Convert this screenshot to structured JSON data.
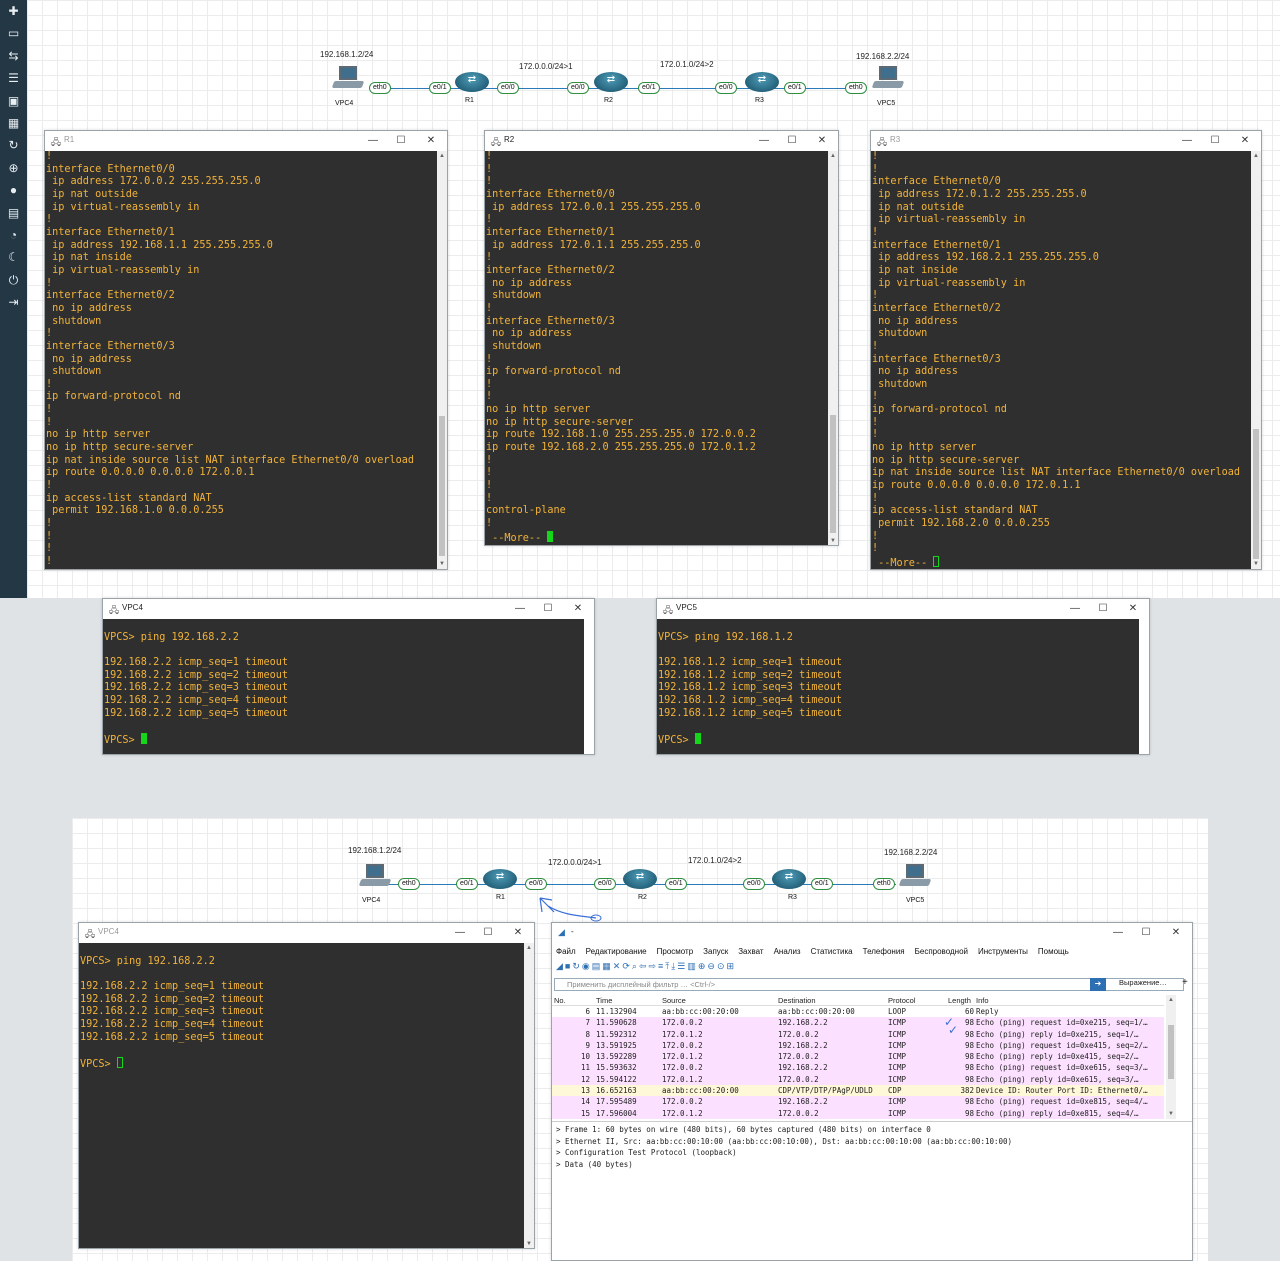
{
  "toolbar_icons": [
    "plus-icon",
    "laptop-icon",
    "transfer-icon",
    "list-icon",
    "text-icon",
    "grid-icon",
    "refresh-icon",
    "zoom-icon",
    "info-icon",
    "table-icon",
    "dashboard-icon",
    "moon-icon",
    "power-icon",
    "logout-icon"
  ],
  "topology": {
    "vpc4_ip": "192.168.1.2/24",
    "vpc5_ip": "192.168.2.2/24",
    "net1": "172.0.0.0/24>1",
    "net2": "172.0.1.0/24>2",
    "vpc4": "VPC4",
    "vpc5": "VPC5",
    "r1": "R1",
    "r2": "R2",
    "r3": "R3",
    "eth0": "eth0",
    "e00": "e0/0",
    "e01": "e0/1"
  },
  "r1": {
    "title": "R1",
    "lines": [
      "!",
      "interface Ethernet0/0",
      " ip address 172.0.0.2 255.255.255.0",
      " ip nat outside",
      " ip virtual-reassembly in",
      "!",
      "interface Ethernet0/1",
      " ip address 192.168.1.1 255.255.255.0",
      " ip nat inside",
      " ip virtual-reassembly in",
      "!",
      "interface Ethernet0/2",
      " no ip address",
      " shutdown",
      "!",
      "interface Ethernet0/3",
      " no ip address",
      " shutdown",
      "!",
      "ip forward-protocol nd",
      "!",
      "!",
      "no ip http server",
      "no ip http secure-server",
      "ip nat inside source list NAT interface Ethernet0/0 overload",
      "ip route 0.0.0.0 0.0.0.0 172.0.0.1",
      "!",
      "ip access-list standard NAT",
      " permit 192.168.1.0 0.0.0.255",
      "!",
      "!",
      "!",
      "!"
    ]
  },
  "r2": {
    "title": "R2",
    "lines": [
      "!",
      "!",
      "!",
      "interface Ethernet0/0",
      " ip address 172.0.0.1 255.255.255.0",
      "!",
      "interface Ethernet0/1",
      " ip address 172.0.1.1 255.255.255.0",
      "!",
      "interface Ethernet0/2",
      " no ip address",
      " shutdown",
      "!",
      "interface Ethernet0/3",
      " no ip address",
      " shutdown",
      "!",
      "ip forward-protocol nd",
      "!",
      "!",
      "no ip http server",
      "no ip http secure-server",
      "ip route 192.168.1.0 255.255.255.0 172.0.0.2",
      "ip route 192.168.2.0 255.255.255.0 172.0.1.2",
      "!",
      "!",
      "!",
      "!",
      "control-plane",
      "!"
    ],
    "more": " --More-- "
  },
  "r3": {
    "title": "R3",
    "lines": [
      "!",
      "!",
      "interface Ethernet0/0",
      " ip address 172.0.1.2 255.255.255.0",
      " ip nat outside",
      " ip virtual-reassembly in",
      "!",
      "interface Ethernet0/1",
      " ip address 192.168.2.1 255.255.255.0",
      " ip nat inside",
      " ip virtual-reassembly in",
      "!",
      "interface Ethernet0/2",
      " no ip address",
      " shutdown",
      "!",
      "interface Ethernet0/3",
      " no ip address",
      " shutdown",
      "!",
      "ip forward-protocol nd",
      "!",
      "!",
      "no ip http server",
      "no ip http secure-server",
      "ip nat inside source list NAT interface Ethernet0/0 overload",
      "ip route 0.0.0.0 0.0.0.0 172.0.1.1",
      "!",
      "ip access-list standard NAT",
      " permit 192.168.2.0 0.0.0.255",
      "!",
      "!"
    ],
    "more": " --More-- "
  },
  "vpc4": {
    "title": "VPC4",
    "lines": [
      "",
      "VPCS> ping 192.168.2.2",
      "",
      "192.168.2.2 icmp_seq=1 timeout",
      "192.168.2.2 icmp_seq=2 timeout",
      "192.168.2.2 icmp_seq=3 timeout",
      "192.168.2.2 icmp_seq=4 timeout",
      "192.168.2.2 icmp_seq=5 timeout",
      ""
    ],
    "prompt": "VPCS> "
  },
  "vpc5": {
    "title": "VPC5",
    "lines": [
      "",
      "VPCS> ping 192.168.1.2",
      "",
      "192.168.1.2 icmp_seq=1 timeout",
      "192.168.1.2 icmp_seq=2 timeout",
      "192.168.1.2 icmp_seq=3 timeout",
      "192.168.1.2 icmp_seq=4 timeout",
      "192.168.1.2 icmp_seq=5 timeout",
      ""
    ],
    "prompt": "VPCS> "
  },
  "wireshark": {
    "title": "-",
    "menu": [
      "Файл",
      "Редактирование",
      "Просмотр",
      "Запуск",
      "Захват",
      "Анализ",
      "Статистика",
      "Телефония",
      "Беспроводной",
      "Инструменты",
      "Помощь"
    ],
    "filter_placeholder": "Применить дисплейный фильтр … <Ctrl-/>",
    "expression": "Выражение…",
    "plus": "+",
    "columns": [
      "No.",
      "Time",
      "Source",
      "Destination",
      "Protocol",
      "Length",
      "Info"
    ],
    "rows": [
      {
        "no": "6",
        "time": "11.132904",
        "src": "aa:bb:cc:00:20:00",
        "dst": "aa:bb:cc:00:20:00",
        "proto": "LOOP",
        "len": "60",
        "info": "Reply",
        "color": "#ffffff"
      },
      {
        "no": "7",
        "time": "11.590628",
        "src": "172.0.0.2",
        "dst": "192.168.2.2",
        "proto": "ICMP",
        "len": "98",
        "info": "Echo (ping) request  id=0xe215, seq=1/…",
        "color": "#fce0ff"
      },
      {
        "no": "8",
        "time": "11.592312",
        "src": "172.0.1.2",
        "dst": "172.0.0.2",
        "proto": "ICMP",
        "len": "98",
        "info": "Echo (ping) reply    id=0xe215, seq=1/…",
        "color": "#fce0ff"
      },
      {
        "no": "9",
        "time": "13.591925",
        "src": "172.0.0.2",
        "dst": "192.168.2.2",
        "proto": "ICMP",
        "len": "98",
        "info": "Echo (ping) request  id=0xe415, seq=2/…",
        "color": "#fce0ff"
      },
      {
        "no": "10",
        "time": "13.592289",
        "src": "172.0.1.2",
        "dst": "172.0.0.2",
        "proto": "ICMP",
        "len": "98",
        "info": "Echo (ping) reply    id=0xe415, seq=2/…",
        "color": "#fce0ff"
      },
      {
        "no": "11",
        "time": "15.593632",
        "src": "172.0.0.2",
        "dst": "192.168.2.2",
        "proto": "ICMP",
        "len": "98",
        "info": "Echo (ping) request  id=0xe615, seq=3/…",
        "color": "#fce0ff"
      },
      {
        "no": "12",
        "time": "15.594122",
        "src": "172.0.1.2",
        "dst": "172.0.0.2",
        "proto": "ICMP",
        "len": "98",
        "info": "Echo (ping) reply    id=0xe615, seq=3/…",
        "color": "#fce0ff"
      },
      {
        "no": "13",
        "time": "16.652163",
        "src": "aa:bb:cc:00:20:00",
        "dst": "CDP/VTP/DTP/PAgP/UDLD",
        "proto": "CDP",
        "len": "382",
        "info": "Device ID: Router  Port ID: Ethernet0/…",
        "color": "#fff8d8"
      },
      {
        "no": "14",
        "time": "17.595489",
        "src": "172.0.0.2",
        "dst": "192.168.2.2",
        "proto": "ICMP",
        "len": "98",
        "info": "Echo (ping) request  id=0xe815, seq=4/…",
        "color": "#fce0ff"
      },
      {
        "no": "15",
        "time": "17.596004",
        "src": "172.0.1.2",
        "dst": "172.0.0.2",
        "proto": "ICMP",
        "len": "98",
        "info": "Echo (ping) reply    id=0xe815, seq=4/…",
        "color": "#fce0ff"
      }
    ],
    "details": [
      "Frame 1: 60 bytes on wire (480 bits), 60 bytes captured (480 bits) on interface 0",
      "Ethernet II, Src: aa:bb:cc:00:10:00 (aa:bb:cc:00:10:00), Dst: aa:bb:cc:00:10:00 (aa:bb:cc:00:10:00)",
      "Configuration Test Protocol (loopback)",
      "Data (40 bytes)"
    ]
  },
  "colors": {
    "terminal_bg": "#2f2f2f",
    "terminal_text": "#f2b33a",
    "cursor": "#16d61a",
    "link": "#2a7ab8"
  }
}
